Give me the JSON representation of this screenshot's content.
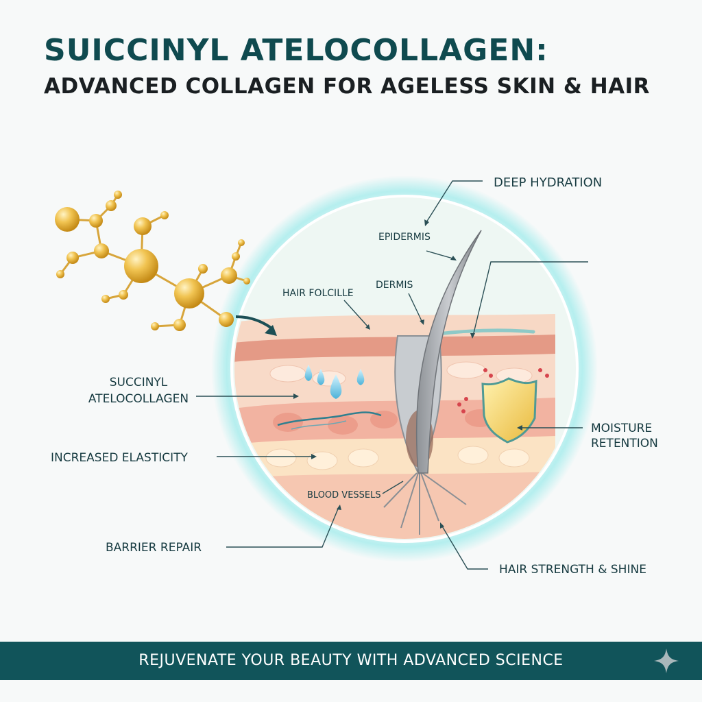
{
  "header": {
    "title": "SUICCINYL ATELOCOLLAGEN:",
    "subtitle": "ADVANCED COLLAGEN FOR AGELESS SKIN & HAIR"
  },
  "labels": {
    "deep_hydration": "DEEP HYDRATION",
    "epidermis": "EPIDERMIS",
    "hair_follicle": "HAIR FOLCILLE",
    "dermis": "DERMIS",
    "succinyl_line1": "SUCCINYL",
    "succinyl_line2": "ATELOCOLLAGEN",
    "moisture_line1": "MOISTURE",
    "moisture_line2": "RETENTION",
    "increased_elasticity": "INCREASED ELASTICITY",
    "blood_vessels": "BLOOD VESSELS",
    "barrier_repair": "BARRIER REPAIR",
    "hair_strength": "HAIR STRENGTH & SHINE"
  },
  "footer": {
    "tagline": "REJUVENATE YOUR BEAUTY WITH ADVANCED SCIENCE"
  },
  "colors": {
    "primary": "#11545a",
    "title": "#0f4a4f",
    "gold": "#e8b83a",
    "glow": "#7fe6e6",
    "skin": "#f4c8b4"
  },
  "icons": [
    "molecule-icon",
    "shield-icon",
    "water-drop-icon",
    "sparkle-icon"
  ]
}
